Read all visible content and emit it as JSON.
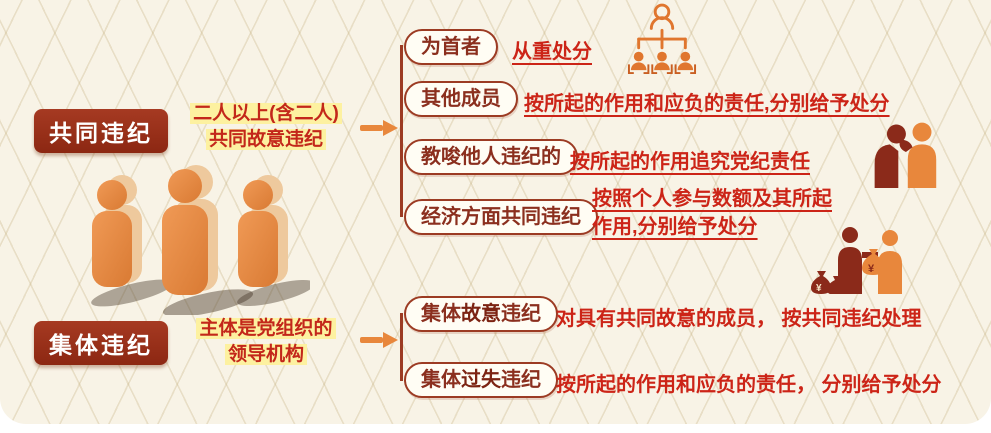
{
  "colors": {
    "panel_bg": "#f8f3e6",
    "lattice": "#d9c9a4",
    "dark_red": "#9c2f1c",
    "red_text": "#cc2417",
    "orange": "#e8873c",
    "yellow_highlight": "#fdf1a0",
    "pill_text": "#8b2f1e"
  },
  "branch_joint": {
    "title": "共同违纪",
    "cond_line1": "二人以上(含二人)",
    "cond_line2": "共同故意违纪",
    "items": {
      "leader": {
        "label": "为首者",
        "desc": "从重处分"
      },
      "others": {
        "label": "其他成员",
        "desc": "按所起的作用和应负的责任,分别给予处分"
      },
      "instigate": {
        "label": "教唆他人违纪的",
        "desc": "按所起的作用追究党纪责任"
      },
      "economic": {
        "label": "经济方面共同违纪",
        "desc_line1": "按照个人参与数额及其所起",
        "desc_line2": "作用,分别给予处分"
      }
    }
  },
  "branch_collective": {
    "title": "集体违纪",
    "cond_line1": "主体是党组织的",
    "cond_line2": "领导机构",
    "items": {
      "intentional": {
        "label_prefix": "集体",
        "label_em": "故意",
        "label_suffix": "违纪",
        "desc": "对具有共同故意的成员， 按共同违纪处理"
      },
      "negligent": {
        "label_prefix": "集体",
        "label_em": "过失",
        "label_suffix": "违纪",
        "desc": "按所起的作用和应负的责任， 分别给予处分"
      }
    }
  },
  "icons": {
    "org_chart": "org-chart-icon",
    "whisper": "whisper-icon",
    "money_bags": "money-bags-icon",
    "three_people": "three-people-icon",
    "yen_symbol": "¥"
  }
}
